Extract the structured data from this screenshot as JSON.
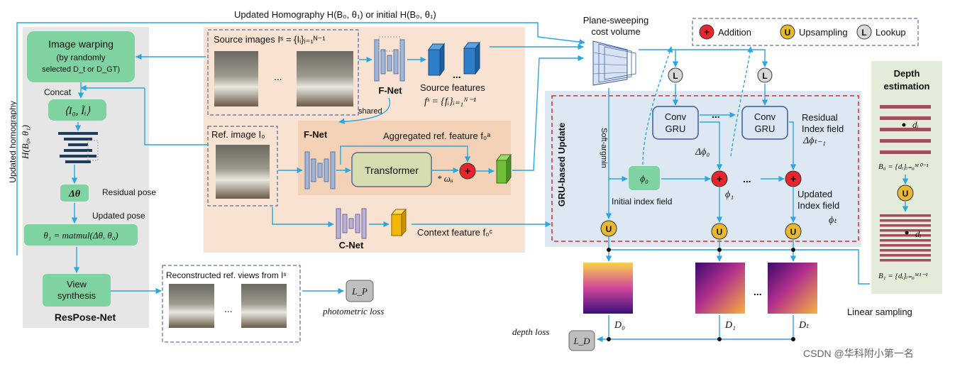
{
  "top_caption": "Updated Homography H(B₀, θ₁) or initial H(B₀, θ₁)",
  "respose": {
    "title": "ResPose-Net",
    "image_warping": "Image warping",
    "image_warping_sub": "(by randomly",
    "image_warping_sub2": "selected D_t or D_GT)",
    "concat": "Concat",
    "concat_pair": "⟨I₀,  Ĩᵢ⟩",
    "delta_theta": "Δθ",
    "residual_pose": "Residual pose",
    "updated_pose": "Updated pose",
    "theta_formula": "θ₁ = matmul(Δθ, θ₀)",
    "view_synthesis_1": "View",
    "view_synthesis_2": "synthesis",
    "side_label_1": "Updated homography",
    "side_label_2": "H(B₀, θ₁)"
  },
  "feature": {
    "source_images": "Source images Iˢ = {Iᵢ}ᵢ₌₁ᴺ⁻¹",
    "fnet_top": "F-Net",
    "source_features_1": "Source features",
    "source_features_2": "fˢ = {fᵢ}ᵢ₌₁ᴺ⁻¹",
    "shared": "shared",
    "ref_image": "Ref. image I₀",
    "fnet_ref": "F-Net",
    "aggregated": "Aggregated ref. feature f₀ᵃ",
    "transformer": "Transformer",
    "omega": "* ωₐ",
    "cnet": "C-Net",
    "context_feature": "Context feature f₀ᶜ",
    "ellipsis": "..."
  },
  "recon": {
    "title": "Reconstructed ref. views from Iˢ",
    "lp": "L_P",
    "photometric": "photometric loss"
  },
  "cost": {
    "title_1": "Plane-sweeping",
    "title_2": "cost volume",
    "soft_argmin": "Soft-argmin"
  },
  "legend": {
    "addition": "Addition",
    "upsampling": "Upsampling",
    "lookup": "Lookup",
    "u": "U",
    "l": "L"
  },
  "gru": {
    "title": "GRU-based Update",
    "conv_gru": "Conv",
    "conv_gru_2": "GRU",
    "delta_phi0": "Δϕ₀",
    "residual_1": "Residual",
    "residual_2": "Index field",
    "residual_3": "Δϕₜ₋₁",
    "phi0": "ϕ₀",
    "initial_index": "Initial index field",
    "phi1": "ϕ₁",
    "updated_1": "Updated",
    "updated_2": "Index field",
    "updated_3": "ϕₜ"
  },
  "depth": {
    "title_1": "Depth",
    "title_2": "estimation",
    "di": "dᵢ",
    "b0": "B₀ = {dᵢ}ᵢ₌₀ᴹ⁰⁻¹",
    "b1": "B₁ = {dᵢ}ᵢ₌₀ᴹ¹⁻¹",
    "linear_sampling": "Linear sampling",
    "d0": "D₀",
    "d1": "D₁",
    "dt": "Dₜ",
    "depth_loss": "depth loss",
    "ld": "L_D"
  },
  "watermark": "CSDN @华科附小第一名",
  "colors": {
    "arrow": "#2aa6e0",
    "green_box": "#7fd3a0",
    "gray_panel": "#e6e6e6",
    "peach_panel": "#f8e3d3",
    "blue_panel": "#dde8f3",
    "addition": "#e8242c",
    "upsample": "#e8b830",
    "depth_panel": "#e3ebd9",
    "bar": "#a34f5a"
  }
}
